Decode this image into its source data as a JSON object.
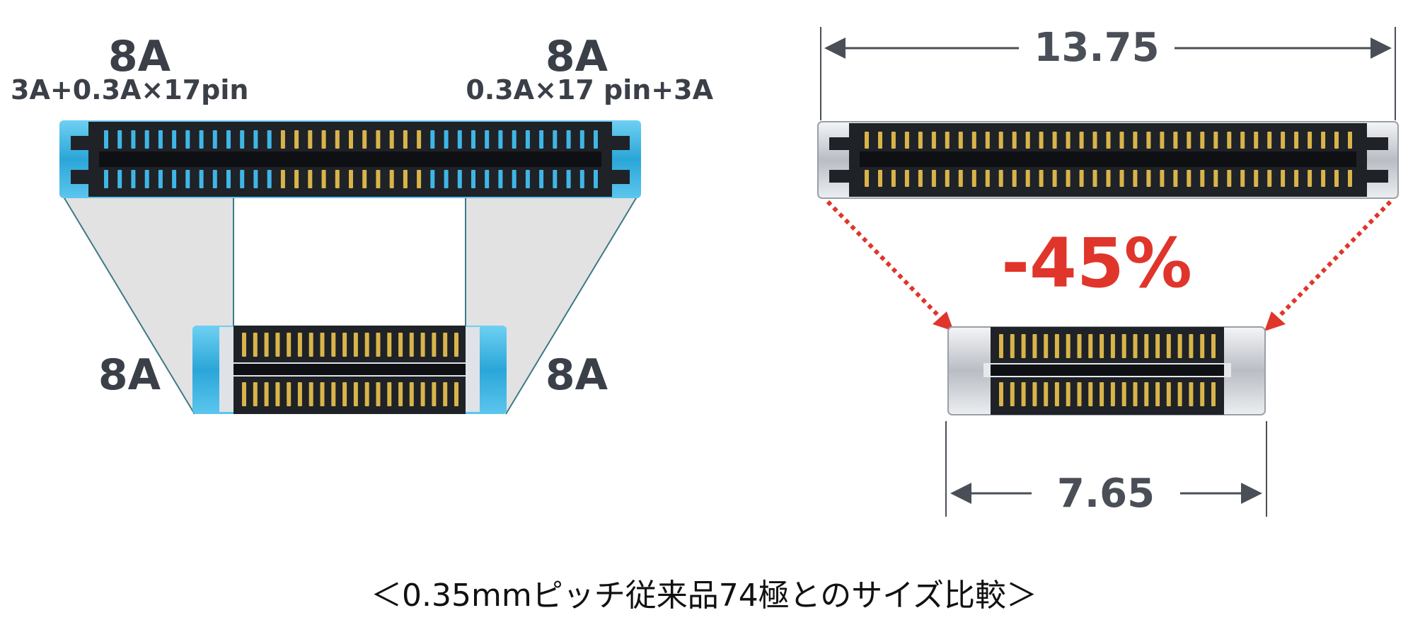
{
  "left_panel": {
    "top_left_current": "8A",
    "top_left_spec": "3A+0.3A×17pin",
    "top_right_current": "8A",
    "top_right_spec": "0.3A×17 pin+3A",
    "bottom_left_current": "8A",
    "bottom_right_current": "8A"
  },
  "right_panel": {
    "top_width": "13.75",
    "reduction": "-45%",
    "bottom_width": "7.65"
  },
  "caption": "＜0.35mmピッチ従来品74極とのサイズ比較＞",
  "colors": {
    "accent_blue": "#3fb6e6",
    "reduction_red": "#e0352b",
    "body_dark": "#1f2227",
    "pin_gold": "#d8b44a"
  }
}
